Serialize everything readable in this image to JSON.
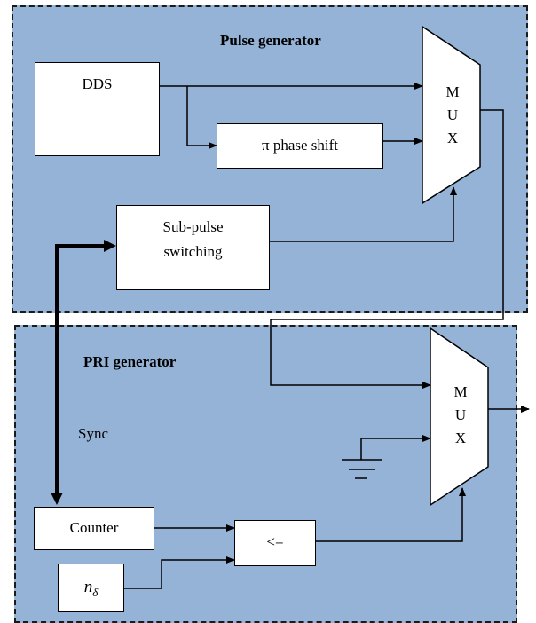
{
  "pulse_generator": {
    "title": "Pulse generator",
    "dds_label": "DDS",
    "phase_shift_label": "π phase shift",
    "subpulse_line1": "Sub-pulse",
    "subpulse_line2": "switching",
    "mux_letters": [
      "M",
      "U",
      "X"
    ]
  },
  "pri_generator": {
    "title": "PRI generator",
    "sync_label": "Sync",
    "counter_label": "Counter",
    "compare_label": "<=",
    "n_delta_base": "n",
    "n_delta_sub": "δ",
    "mux_letters": [
      "M",
      "U",
      "X"
    ]
  },
  "colors": {
    "region_fill": "#95b3d7",
    "line": "#000000",
    "block_fill": "#ffffff"
  }
}
